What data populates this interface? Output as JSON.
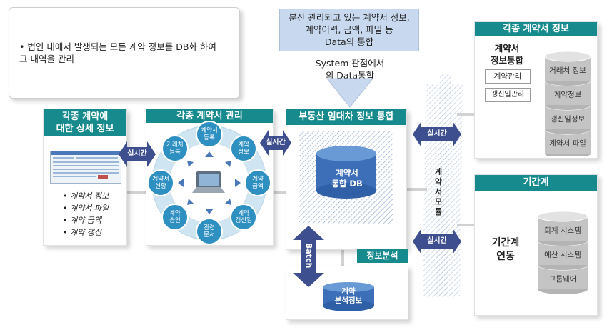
{
  "note": {
    "text": "• 법인 내에서 발생되는 모든 계약 정보를 DB화 하여\n  그 내역을 관리"
  },
  "top_box": {
    "text": "분산 관리되고 있는 계약서 정보,\n계약이력, 금액, 파일 등\nData의 통합"
  },
  "system_label": "System 관점에서\n의 Data통합",
  "panel_detail": {
    "title": "각종 계약에\n대한 상세 정보",
    "items": [
      "• 계약서 정보",
      "• 계약서 파일",
      "• 계약 금액",
      "• 계약 갱신"
    ]
  },
  "panel_manage": {
    "title": "각종 계약서 관리",
    "ring": [
      "계약서\n등록",
      "계약\n정보",
      "계약\n금액",
      "계약\n갱신일",
      "관련\n문서",
      "계약\n승인",
      "계약서\n현황",
      "거래처\n등록"
    ]
  },
  "panel_integrate": {
    "title": "부동산 임대차 정보 통합",
    "db": "계약서\n통합 DB"
  },
  "analysis": {
    "title": "정보분석",
    "db": "계약\n분석정보"
  },
  "batch": "Batch",
  "realtime": [
    "실시간",
    "실시간",
    "실시간",
    "실시간"
  ],
  "module": "계\n약\n서\n모\n듈",
  "panel_contract_info": {
    "title": "각종 계약서 정보",
    "subtitle": "계약서\n정보통합",
    "boxes": [
      "계약관리",
      "갱신일관리"
    ],
    "stack": [
      "거래처 정보",
      "계약정보",
      "갱신일정보",
      "계약서 파일"
    ]
  },
  "panel_core": {
    "title": "기간계",
    "subtitle": "기간계\n연동",
    "stack": [
      "회계 시스템",
      "예산 시스템",
      "그룹웨어"
    ]
  },
  "colors": {
    "teal": "#178a8e",
    "navy_arrow": "#3d4f8f",
    "blue_box": "#c8d8ee"
  }
}
